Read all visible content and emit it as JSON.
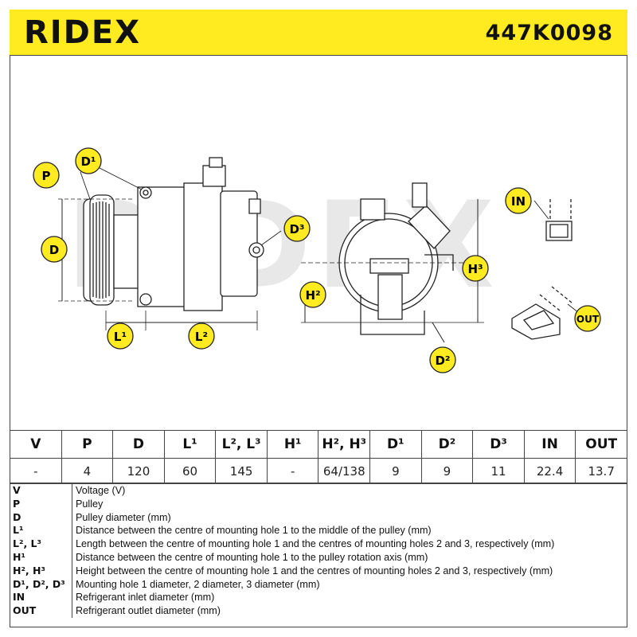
{
  "header": {
    "brand": "RIDEX",
    "part_number": "447K0098"
  },
  "diagram": {
    "watermark": "RIDEX",
    "labels": {
      "p": "P",
      "d1": "D¹",
      "d": "D",
      "d3": "D³",
      "l1": "L¹",
      "l2": "L²",
      "h2": "H²",
      "h3": "H³",
      "d2": "D²",
      "in": "IN",
      "out": "OUT"
    },
    "colors": {
      "header": "#ffeb1f",
      "badge": "#ffeb1f"
    }
  },
  "specs": {
    "headers": [
      "V",
      "P",
      "D",
      "L¹",
      "L², L³",
      "H¹",
      "H², H³",
      "D¹",
      "D²",
      "D³",
      "IN",
      "OUT"
    ],
    "values": [
      "-",
      "4",
      "120",
      "60",
      "145",
      "-",
      "64/138",
      "9",
      "9",
      "11",
      "22.4",
      "13.7"
    ]
  },
  "legend": [
    {
      "code": "V",
      "text": "Voltage (V)"
    },
    {
      "code": "P",
      "text": "Pulley"
    },
    {
      "code": "D",
      "text": "Pulley diameter (mm)"
    },
    {
      "code": "L¹",
      "text": "Distance between the centre of mounting hole 1 to the middle of the pulley (mm)"
    },
    {
      "code": "L², L³",
      "text": "Length between the centre of mounting hole 1 and the centres of mounting holes 2 and 3, respectively (mm)"
    },
    {
      "code": "H¹",
      "text": "Distance between the centre of mounting hole 1 to the pulley rotation axis (mm)"
    },
    {
      "code": "H², H³",
      "text": "Height between the centre of mounting hole 1 and the centres of mounting holes 2 and 3, respectively (mm)"
    },
    {
      "code": "D¹, D², D³",
      "text": "Mounting hole 1 diameter, 2 diameter, 3 diameter (mm)"
    },
    {
      "code": "IN",
      "text": "Refrigerant inlet diameter (mm)"
    },
    {
      "code": "OUT",
      "text": "Refrigerant outlet diameter (mm)"
    }
  ]
}
